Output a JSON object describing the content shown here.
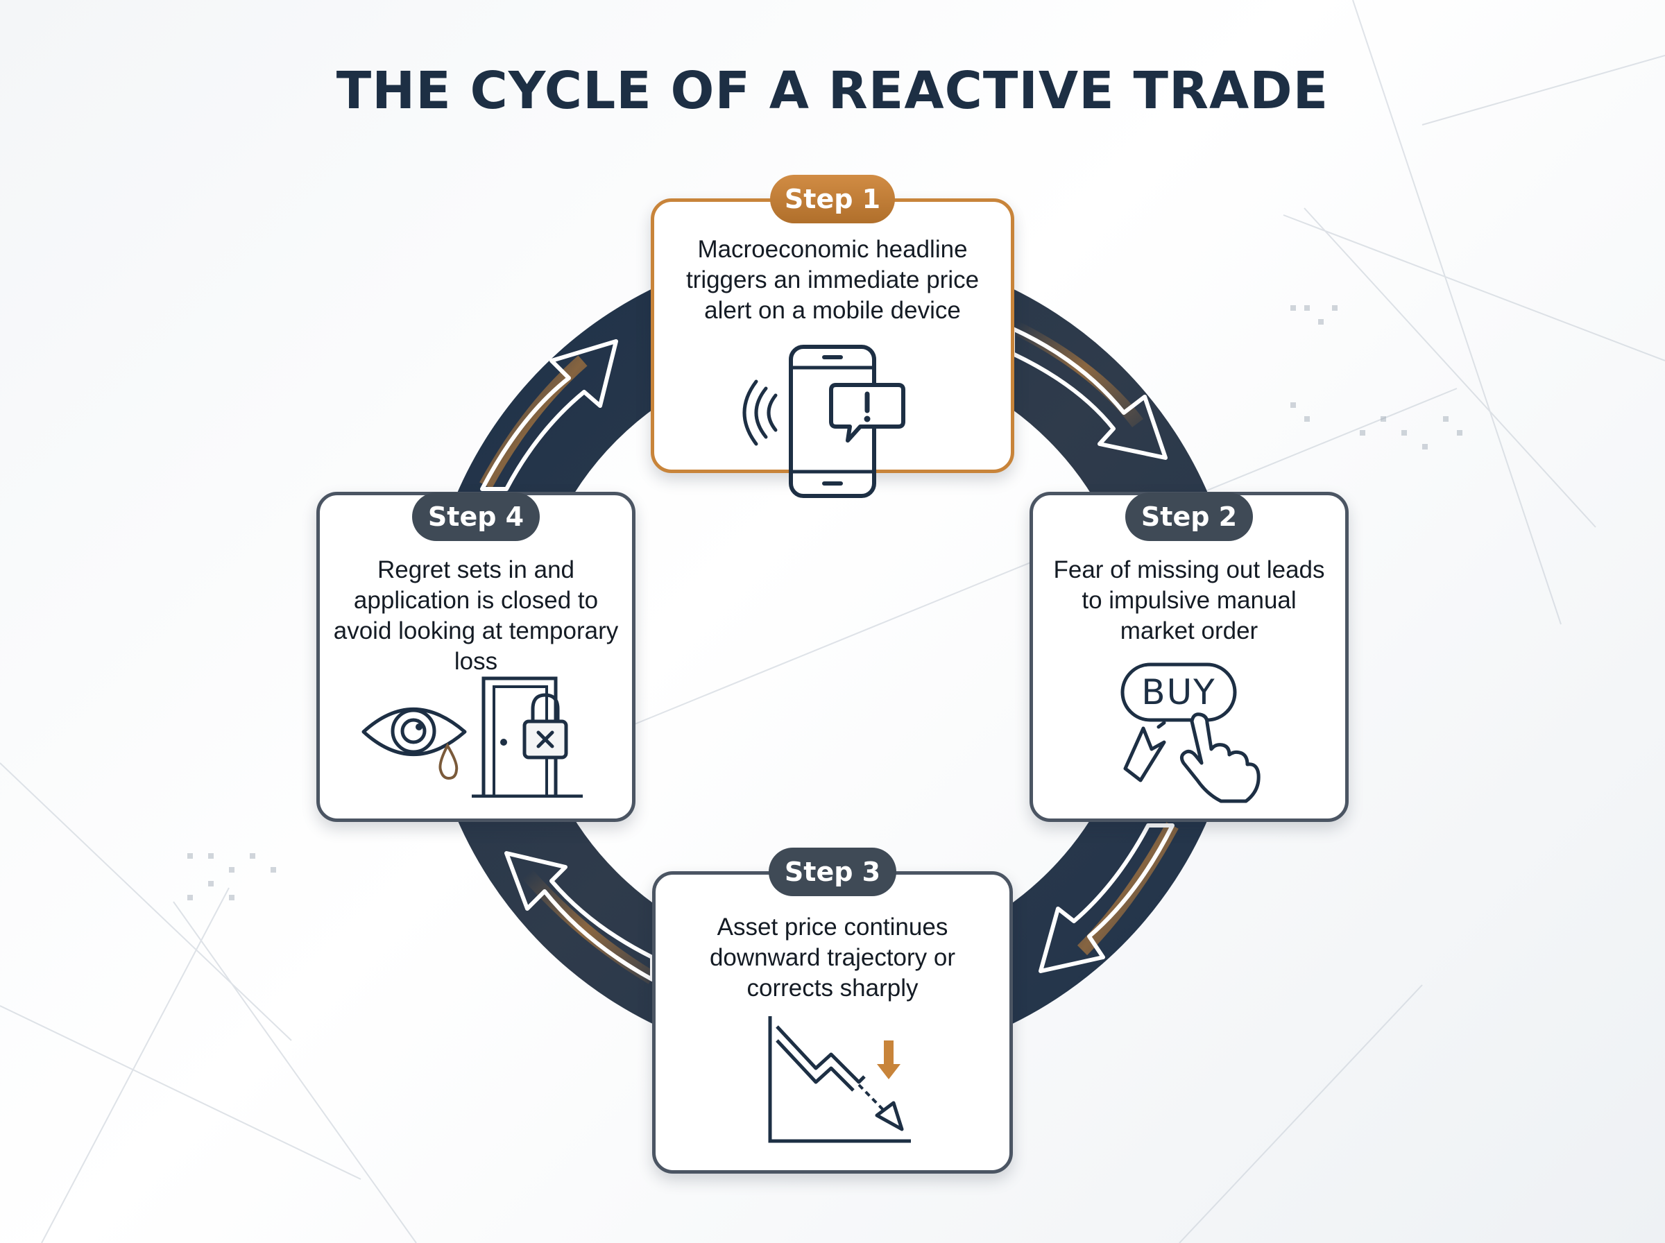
{
  "title": "THE CYCLE OF A REACTIVE TRADE",
  "colors": {
    "navy": "#1d2f44",
    "gold": "#c8843a",
    "slate": "#3f4a56",
    "ring": "#23354c"
  },
  "steps": [
    {
      "label": "Step 1",
      "text": "Macroeconomic headline triggers an immediate price alert on a mobile device",
      "icon": "smartphone-alert-icon"
    },
    {
      "label": "Step 2",
      "text": "Fear of missing out leads to impulsive manual market order",
      "icon": "buy-button-click-icon",
      "icon_text": "BUY"
    },
    {
      "label": "Step 3",
      "text": "Asset price continues downward trajectory or corrects sharply",
      "icon": "falling-chart-icon"
    },
    {
      "label": "Step 4",
      "text": "Regret sets in and application is closed to avoid looking at temporary loss",
      "icon": "crying-eye-locked-door-icon"
    }
  ]
}
